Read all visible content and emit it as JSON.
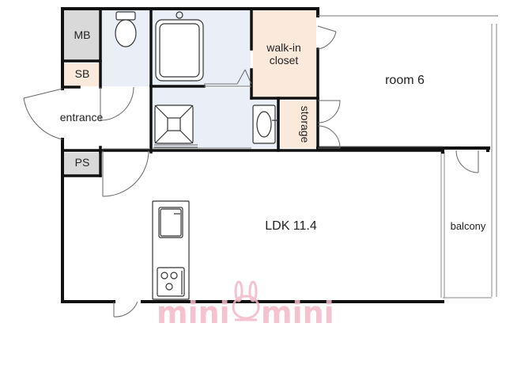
{
  "rooms": {
    "mb": "MB",
    "sb": "SB",
    "ps": "PS",
    "entrance": "entrance",
    "walk_in_closet_line1": "walk-in",
    "walk_in_closet_line2": "closet",
    "storage": "storage",
    "room": "room 6",
    "ldk": "LDK 11.4",
    "balcony": "balcony"
  },
  "watermark": {
    "left_word": "mini",
    "right_word": "mini",
    "color": "#f4b8c8"
  },
  "colors": {
    "wall": "#111111",
    "wet_area": "#e9eef7",
    "closet_fill": "#fbeadb",
    "meter_box_fill": "#d9d9d9",
    "sb_fill": "#fbeadb",
    "fixture_fill": "#e4e4e4",
    "line": "#777777"
  }
}
